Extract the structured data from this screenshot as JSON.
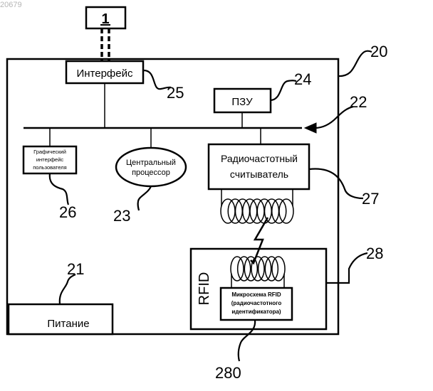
{
  "watermark": "20679",
  "blocks": {
    "external_device": "1",
    "interface": "Интерфейс",
    "rom": "ПЗУ",
    "gui": [
      "Графический",
      "интерфейс",
      "пользователя"
    ],
    "cpu": [
      "Центральный",
      "процессор"
    ],
    "rf_reader": [
      "Радиочастотный",
      "считыватель"
    ],
    "rfid_tag_label": "RFID",
    "rfid_chip": [
      "Микросхема RFID",
      "(радиочастотного",
      "идентификатора)"
    ],
    "power": "Питание"
  },
  "reference_numerals": {
    "housing": "20",
    "power": "21",
    "bus": "22",
    "cpu": "23",
    "rom": "24",
    "interface": "25",
    "gui": "26",
    "rf_reader": "27",
    "rfid_tag": "28",
    "rfid_chip": "280"
  }
}
